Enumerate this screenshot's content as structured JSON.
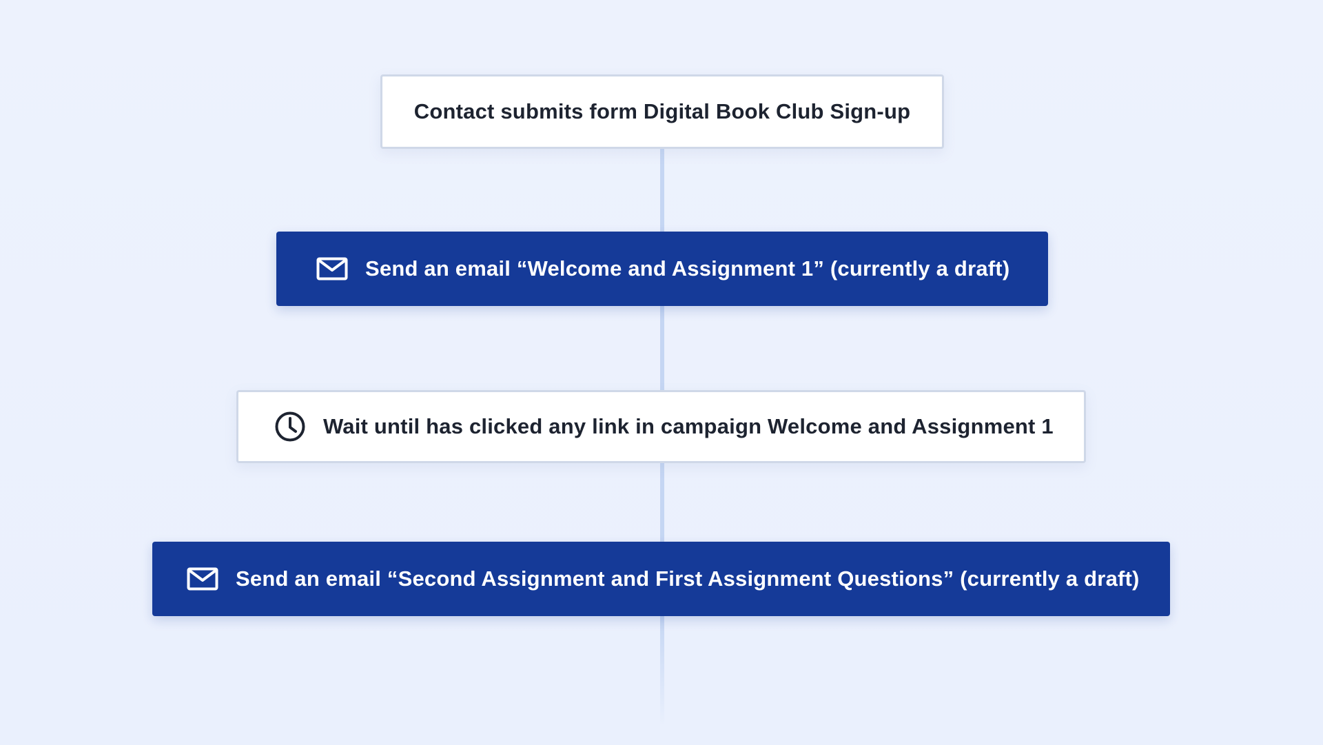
{
  "workflow": {
    "steps": [
      {
        "type": "trigger",
        "label": "Contact submits  form Digital Book Club Sign-up"
      },
      {
        "type": "email",
        "icon": "mail-icon",
        "label": "Send an email “Welcome and Assignment 1” (currently a draft)"
      },
      {
        "type": "wait",
        "icon": "clock-icon",
        "label": "Wait until has clicked any link in campaign Welcome and Assignment 1"
      },
      {
        "type": "email",
        "icon": "mail-icon",
        "label": "Send an email “Second Assignment and First Assignment Questions” (currently a draft)"
      }
    ]
  },
  "colors": {
    "background": "#ebf1fd",
    "email_step": "#153a98",
    "connector": "#c5d6f3",
    "card_border": "#cfd8e8",
    "text_dark": "#1d2330"
  }
}
